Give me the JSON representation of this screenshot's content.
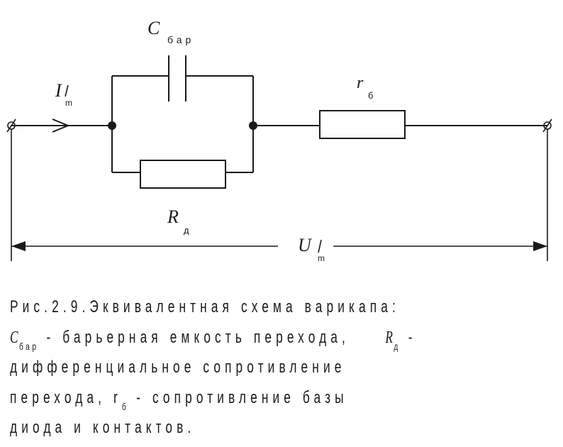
{
  "diagram": {
    "labels": {
      "c_bar_main": "C",
      "c_bar_sub": "бар",
      "current_main": "I",
      "current_sub": "m",
      "r_b_main": "r",
      "r_b_sub": "б",
      "r_d_main": "R",
      "r_d_sub": "д",
      "u_main": "U",
      "u_sub": "m"
    }
  },
  "caption": {
    "line1": "Рис.2.9.Эквивалентная схема варикапа:",
    "line2_c": "С",
    "line2_c_sub": "бар",
    "line2_text": "- барьерная емкость перехода,",
    "line2_r": "R",
    "line2_r_sub": "д",
    "line2_end": "-",
    "line3": "дифференциальное сопротивление",
    "line4_text": "перехода, r",
    "line4_r_sub": "б",
    "line4_end": "- сопротивление базы",
    "line5": "диода и контактов."
  }
}
